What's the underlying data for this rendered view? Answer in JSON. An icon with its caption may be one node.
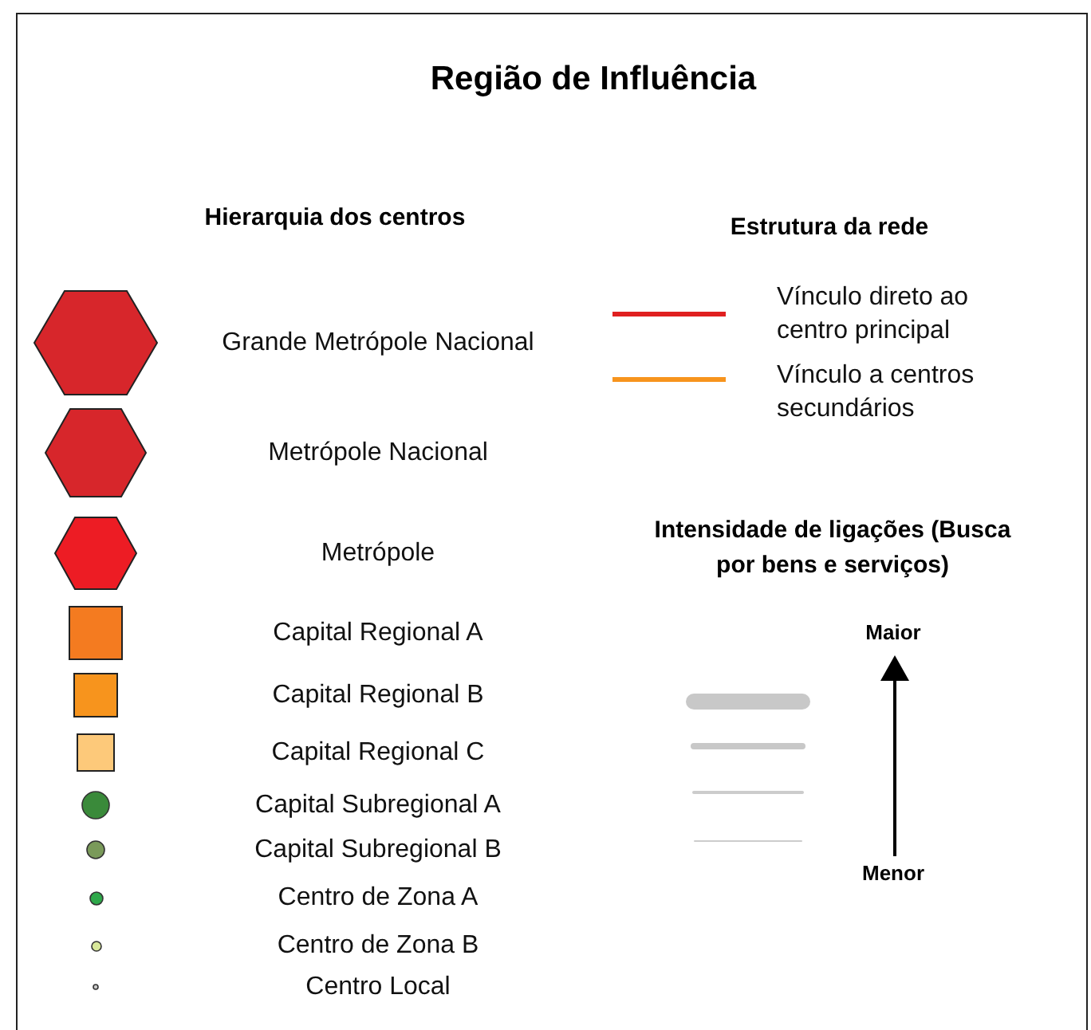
{
  "diagram": {
    "title": "Região de Influência",
    "labels": [
      "Hierarquia dos centros",
      "Estrutura da rede",
      "Intensidade de ligações (Busca por bens e serviços)",
      "Maior",
      "Menor"
    ],
    "legend": [
      {
        "text": "Grande Metrópole Nacional"
      },
      {
        "text": "Metrópole Nacional"
      },
      {
        "text": "Metrópole"
      },
      {
        "text": "Capital Regional A"
      },
      {
        "text": "Capital Regional B"
      },
      {
        "text": "Capital Regional C"
      },
      {
        "text": "Capital Subregional A"
      },
      {
        "text": "Capital Subregional B"
      },
      {
        "text": "Centro de Zona A"
      },
      {
        "text": "Centro de Zona B"
      },
      {
        "text": "Centro Local"
      },
      {
        "text": "Vínculo direto ao centro principal"
      },
      {
        "text": "Vínculo a centros secundários"
      }
    ]
  }
}
